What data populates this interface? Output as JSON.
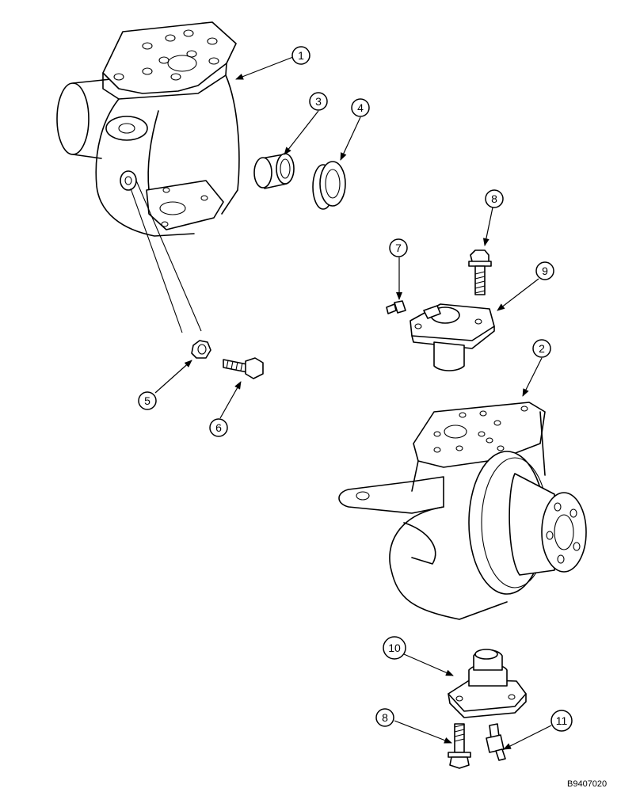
{
  "figure_code": "B9407020",
  "callouts": {
    "c1": "1",
    "c2": "2",
    "c3": "3",
    "c4": "4",
    "c5": "5",
    "c6": "6",
    "c7": "7",
    "c8a": "8",
    "c9": "9",
    "c10": "10",
    "c8b": "8",
    "c11": "11"
  }
}
